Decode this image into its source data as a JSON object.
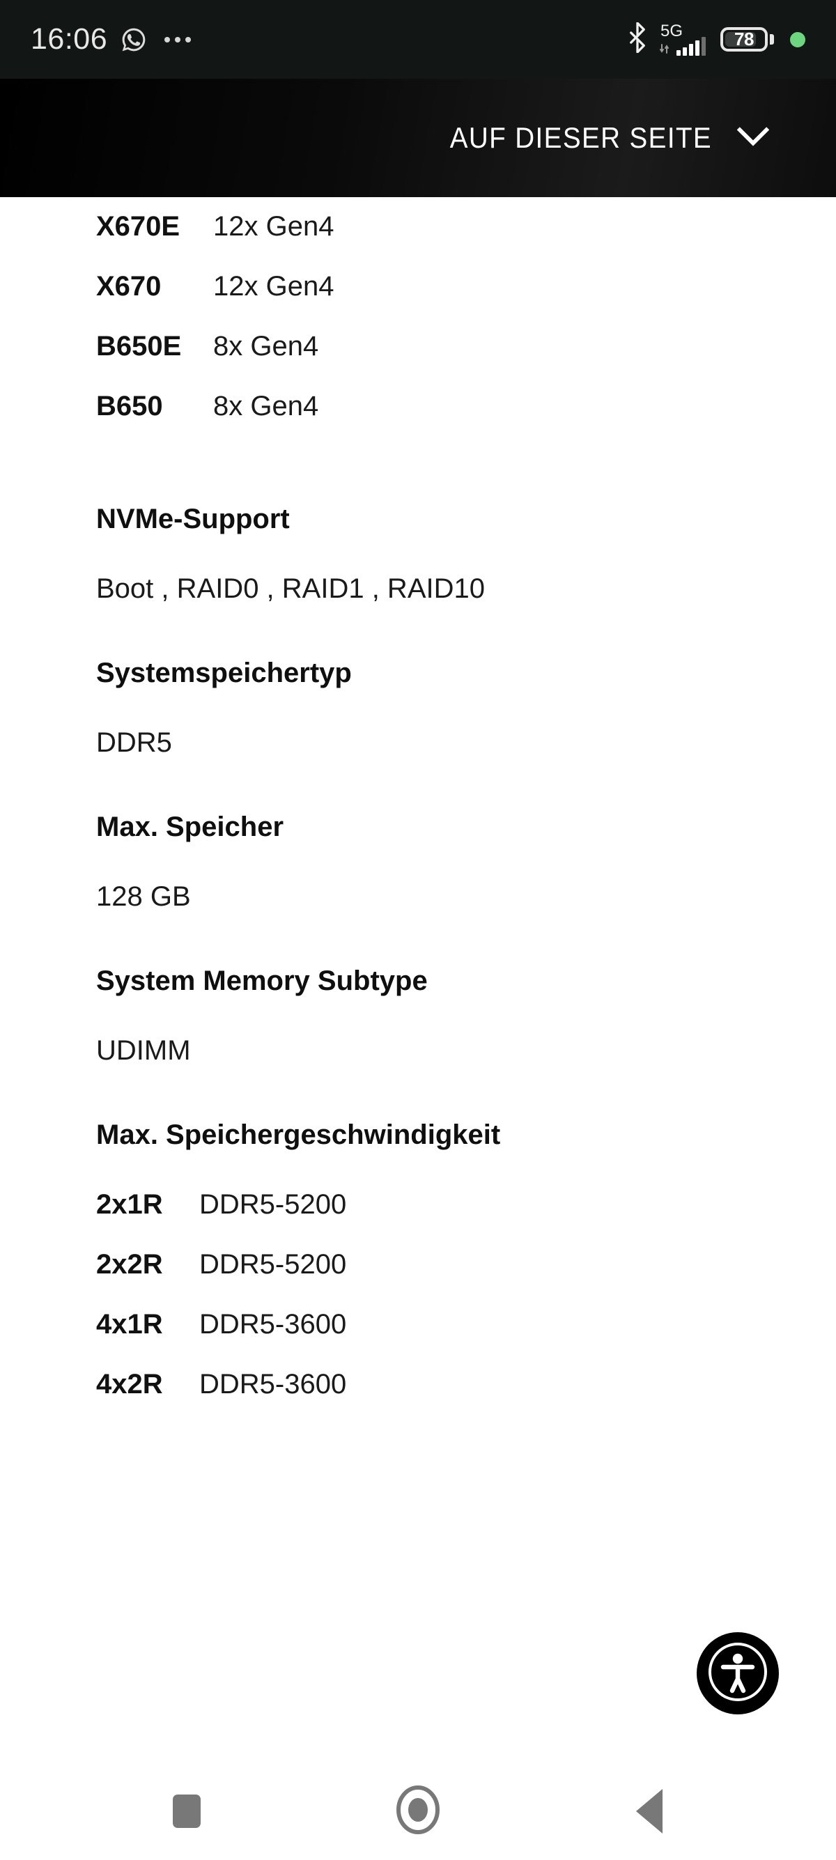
{
  "status_bar": {
    "time": "16:06",
    "icons_left": [
      "whatsapp-icon",
      "more-dots-icon"
    ],
    "icons_right": [
      "bluetooth-icon",
      "network-5g-icon",
      "signal-bars-icon",
      "battery-icon",
      "green-dot-icon"
    ],
    "network_label": "5G",
    "battery_percent": "78",
    "green_dot_color": "#6cd57f"
  },
  "header": {
    "title": "AUF DIESER SEITE",
    "chevron": "chevron-down-icon"
  },
  "content": {
    "chipset_table": {
      "rows": [
        {
          "key": "X670E",
          "value": "12x Gen4"
        },
        {
          "key": "X670",
          "value": "12x Gen4"
        },
        {
          "key": "B650E",
          "value": "8x Gen4"
        },
        {
          "key": "B650",
          "value": "8x Gen4"
        }
      ]
    },
    "sections": [
      {
        "title": "NVMe-Support",
        "value": "Boot , RAID0 , RAID1 , RAID10"
      },
      {
        "title": "Systemspeichertyp",
        "value": "DDR5"
      },
      {
        "title": "Max. Speicher",
        "value": "128 GB"
      },
      {
        "title": "System Memory Subtype",
        "value": "UDIMM"
      }
    ],
    "memory_speed": {
      "title": "Max. Speichergeschwindigkeit",
      "rows": [
        {
          "key": "2x1R",
          "value": "DDR5-5200"
        },
        {
          "key": "2x2R",
          "value": "DDR5-5200"
        },
        {
          "key": "4x1R",
          "value": "DDR5-3600"
        },
        {
          "key": "4x2R",
          "value": "DDR5-3600"
        }
      ]
    }
  },
  "accessibility_button": {
    "icon": "accessibility-person-icon"
  },
  "navigation_bar": {
    "buttons": [
      {
        "icon": "recents-square-icon"
      },
      {
        "icon": "home-circle-icon"
      },
      {
        "icon": "back-triangle-icon"
      }
    ]
  }
}
